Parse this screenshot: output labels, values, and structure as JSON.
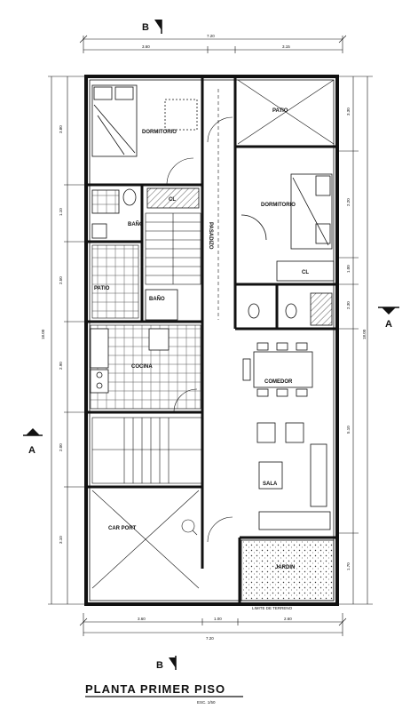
{
  "title": "PLANTA PRIMER PISO",
  "scale": "ESC. 1/50",
  "section_marks": {
    "b_top": "B",
    "b_bottom": "B",
    "a_left": "A",
    "a_right": "A"
  },
  "rooms": {
    "bedroom_1": "DORMITORIO",
    "patio_top": "PATIO",
    "bedroom_2": "DORMITORIO",
    "closet": "CL",
    "closet_2": "CL",
    "bath_1": "BAÑO",
    "corridor": "PASADIZO",
    "patio_mid": "PATIO",
    "bath_2": "BAÑO",
    "kitchen": "COCINA",
    "dining": "COMEDOR",
    "hall": "SALA",
    "carport": "CAR PORT",
    "garden": "JARDIN"
  },
  "dims_top": {
    "total": "7.20",
    "left": "3.60",
    "right": "3.15"
  },
  "dims_bottom": {
    "total": "7.20",
    "left": "3.60",
    "mid": "1.00",
    "right": "2.60"
  },
  "dims_left": [
    "3.80",
    "1.10",
    "2.50",
    "2.90",
    "2.00",
    "3.10"
  ],
  "dims_right": [
    "3.30",
    "2.20",
    "1.00",
    "2.30",
    "5.10",
    "1.70"
  ],
  "total_height": "18.00",
  "boundary_note": "LIMITE DE TERRENO"
}
